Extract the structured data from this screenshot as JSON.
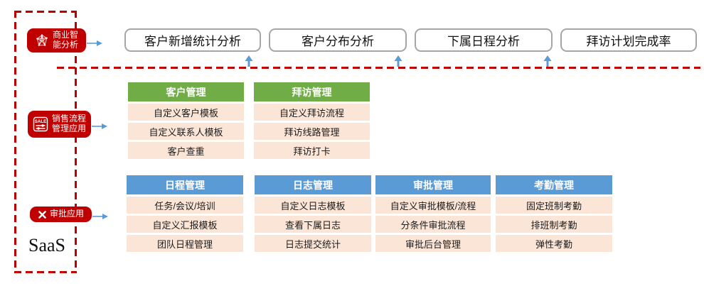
{
  "frame": {
    "saas_label": "SaaS"
  },
  "side_pills": {
    "bi": {
      "icon": "network-graph-icon",
      "line1": "商业智",
      "line2": "能分析"
    },
    "sales": {
      "icon": "sale-sliders-icon",
      "icon_text": "SALE",
      "line1": "销售流程",
      "line2": "管理应用"
    },
    "approval": {
      "icon": "crossed-tools-icon",
      "label": "审批应用"
    }
  },
  "analysis_boxes": [
    {
      "label": "客户新增统计分析"
    },
    {
      "label": "客户分布分析"
    },
    {
      "label": "下属日程分析"
    },
    {
      "label": "拜访计划完成率"
    }
  ],
  "sales_section": {
    "columns": [
      {
        "header": "客户管理",
        "rows": [
          "自定义客户模板",
          "自定义联系人模板",
          "客户查重"
        ]
      },
      {
        "header": "拜访管理",
        "rows": [
          "自定义拜访流程",
          "拜访线路管理",
          "拜访打卡"
        ]
      }
    ]
  },
  "approval_section": {
    "columns": [
      {
        "header": "日程管理",
        "rows": [
          "任务/会议/培训",
          "自定义汇报模板",
          "团队日程管理"
        ]
      },
      {
        "header": "日志管理",
        "rows": [
          "自定义日志模板",
          "查看下属日志",
          "日志提交统计"
        ]
      },
      {
        "header": "审批管理",
        "rows": [
          "自定义审批模板/流程",
          "分条件审批流程",
          "审批后台管理"
        ]
      },
      {
        "header": "考勤管理",
        "rows": [
          "固定班制考勤",
          "排班制考勤",
          "弹性考勤"
        ]
      }
    ]
  },
  "colors": {
    "accent_red": "#c00000",
    "green_header": "#70ad47",
    "blue_header": "#5b9bd5",
    "row_bg": "#fbe5d6",
    "arrow_blue": "#5b9bd5"
  }
}
